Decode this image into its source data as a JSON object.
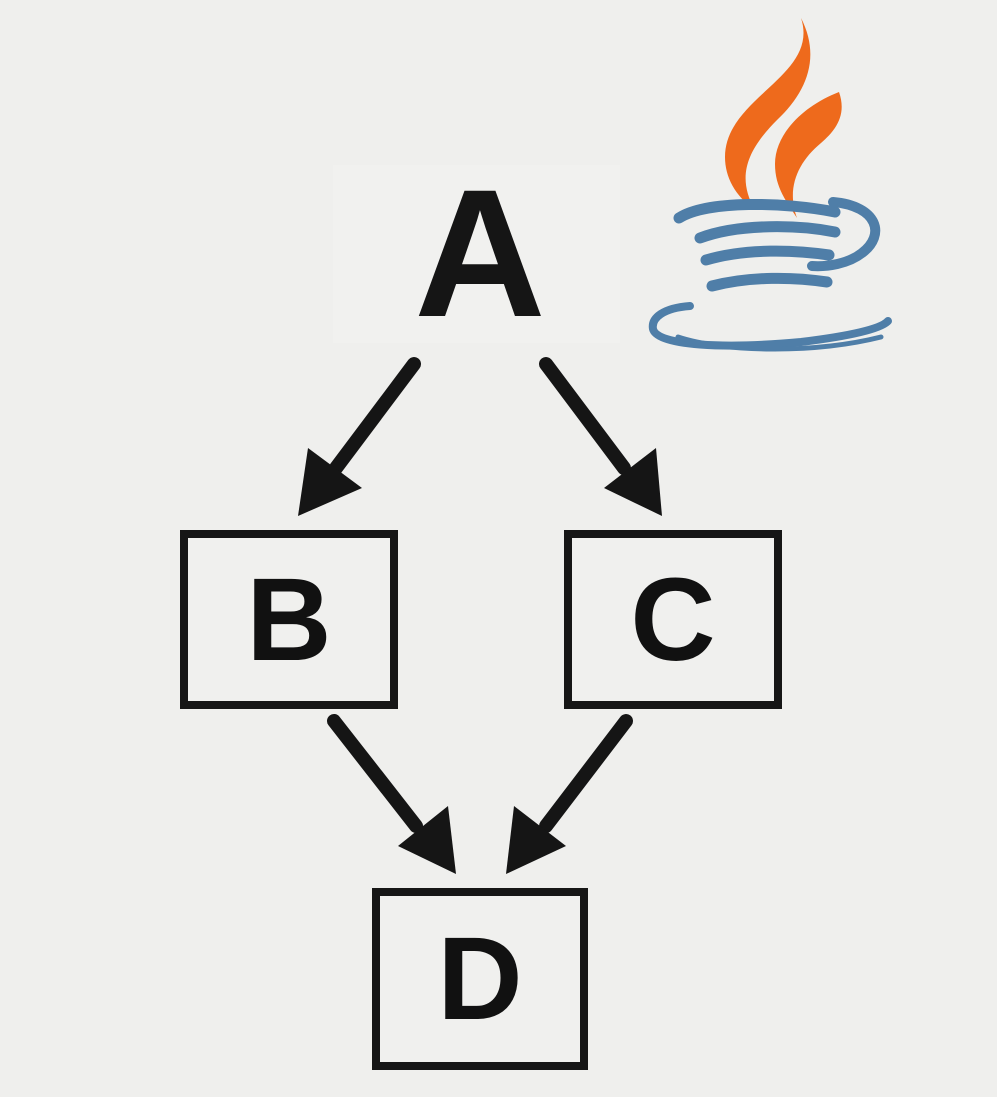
{
  "diagram": {
    "nodes": {
      "a": "A",
      "b": "B",
      "c": "C",
      "d": "D"
    },
    "edges": [
      {
        "from": "A",
        "to": "B"
      },
      {
        "from": "A",
        "to": "C"
      },
      {
        "from": "B",
        "to": "D"
      },
      {
        "from": "C",
        "to": "D"
      }
    ]
  },
  "logo": {
    "icon": "java-coffee-cup-icon",
    "flame_color": "#ee6a1c",
    "cup_color": "#4f7ea8"
  },
  "colors": {
    "background": "#efefed",
    "ink": "#151515"
  }
}
